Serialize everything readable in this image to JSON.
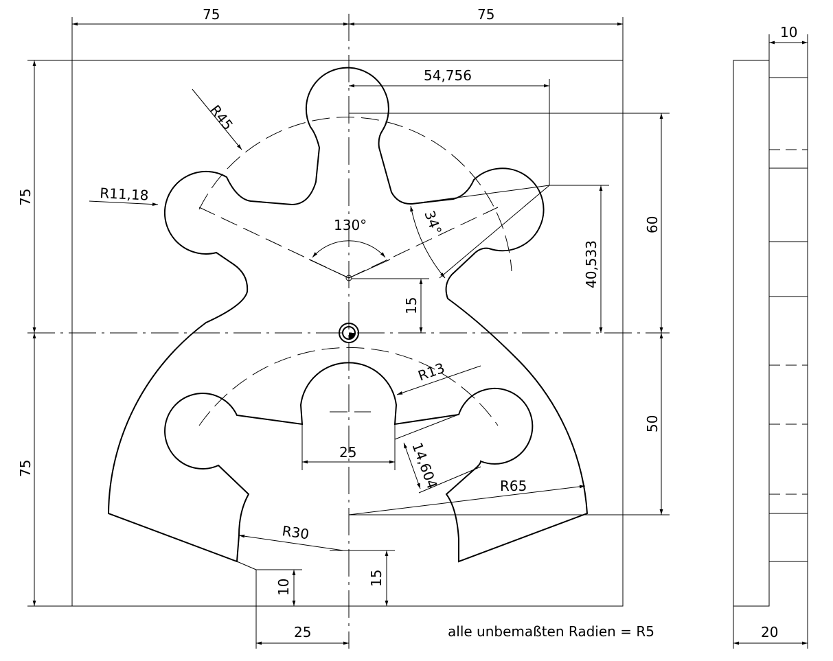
{
  "dims": {
    "top_left": "75",
    "top_right": "75",
    "left_top": "75",
    "left_bottom": "75",
    "d54": "54,756",
    "r45": "R45",
    "r11": "R11,18",
    "a130": "130°",
    "a34": "34°",
    "d40": "40,533",
    "d60": "60",
    "d15a": "15",
    "r13": "R13",
    "d50": "50",
    "d25a": "25",
    "d14": "14,604",
    "r65": "R65",
    "r30": "R30",
    "d10": "10",
    "d15b": "15",
    "d25b": "25",
    "side10": "10",
    "side20": "20"
  },
  "note": "alle unbemaßten Radien = R5"
}
